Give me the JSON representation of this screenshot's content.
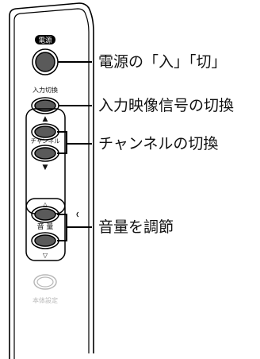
{
  "panel": {
    "power_badge": "電源",
    "input_label": "入力切換",
    "channel_label": "チャンネル",
    "volume_label": "音 量",
    "setup_label": "本体設定",
    "up_arrow": "▲",
    "down_arrow": "▼",
    "vol_up_arrow": "△",
    "vol_down_arrow": "▽"
  },
  "callouts": {
    "power": "電源の「入」「切」",
    "input": "入力映像信号の切換",
    "channel": "チャンネルの切換",
    "volume": "音量を調節"
  },
  "colors": {
    "button_fill": "#5a5a5a",
    "button_outline": "#000000",
    "panel_outline": "#000000",
    "setup_button": "#b8b8b8"
  }
}
